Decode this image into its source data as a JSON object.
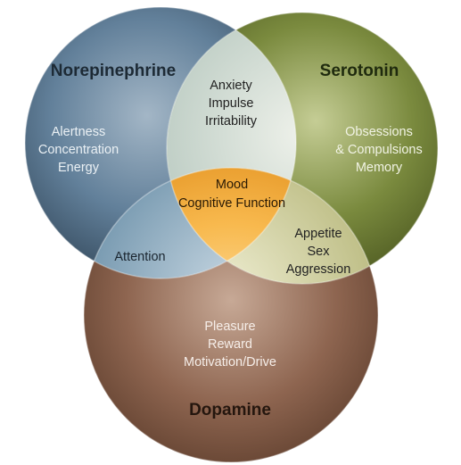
{
  "sets": {
    "norepinephrine": {
      "title": "Norepinephrine",
      "lines": [
        "Alertness",
        "Concentration",
        "Energy"
      ]
    },
    "serotonin": {
      "title": "Serotonin",
      "lines": [
        "Obsessions",
        "& Compulsions",
        "Memory"
      ]
    },
    "dopamine": {
      "title": "Dopamine",
      "lines": [
        "Pleasure",
        "Reward",
        "Motivation/Drive"
      ]
    }
  },
  "overlaps": {
    "norepinephrine_serotonin": [
      "Anxiety",
      "Impulse",
      "Irritability"
    ],
    "norepinephrine_dopamine": [
      "Attention"
    ],
    "serotonin_dopamine": [
      "Appetite",
      "Sex",
      "Aggression"
    ],
    "all_three": [
      "Mood",
      "Cognitive Function"
    ]
  },
  "colors": {
    "norepinephrine": "#4f6b82",
    "serotonin": "#6b7a36",
    "dopamine": "#8a6149",
    "overlap_ne_se": "#c9d6cf",
    "overlap_ne_da": "#8fb0c6",
    "overlap_se_da": "#cfcf9c",
    "center": "#f6b043"
  }
}
